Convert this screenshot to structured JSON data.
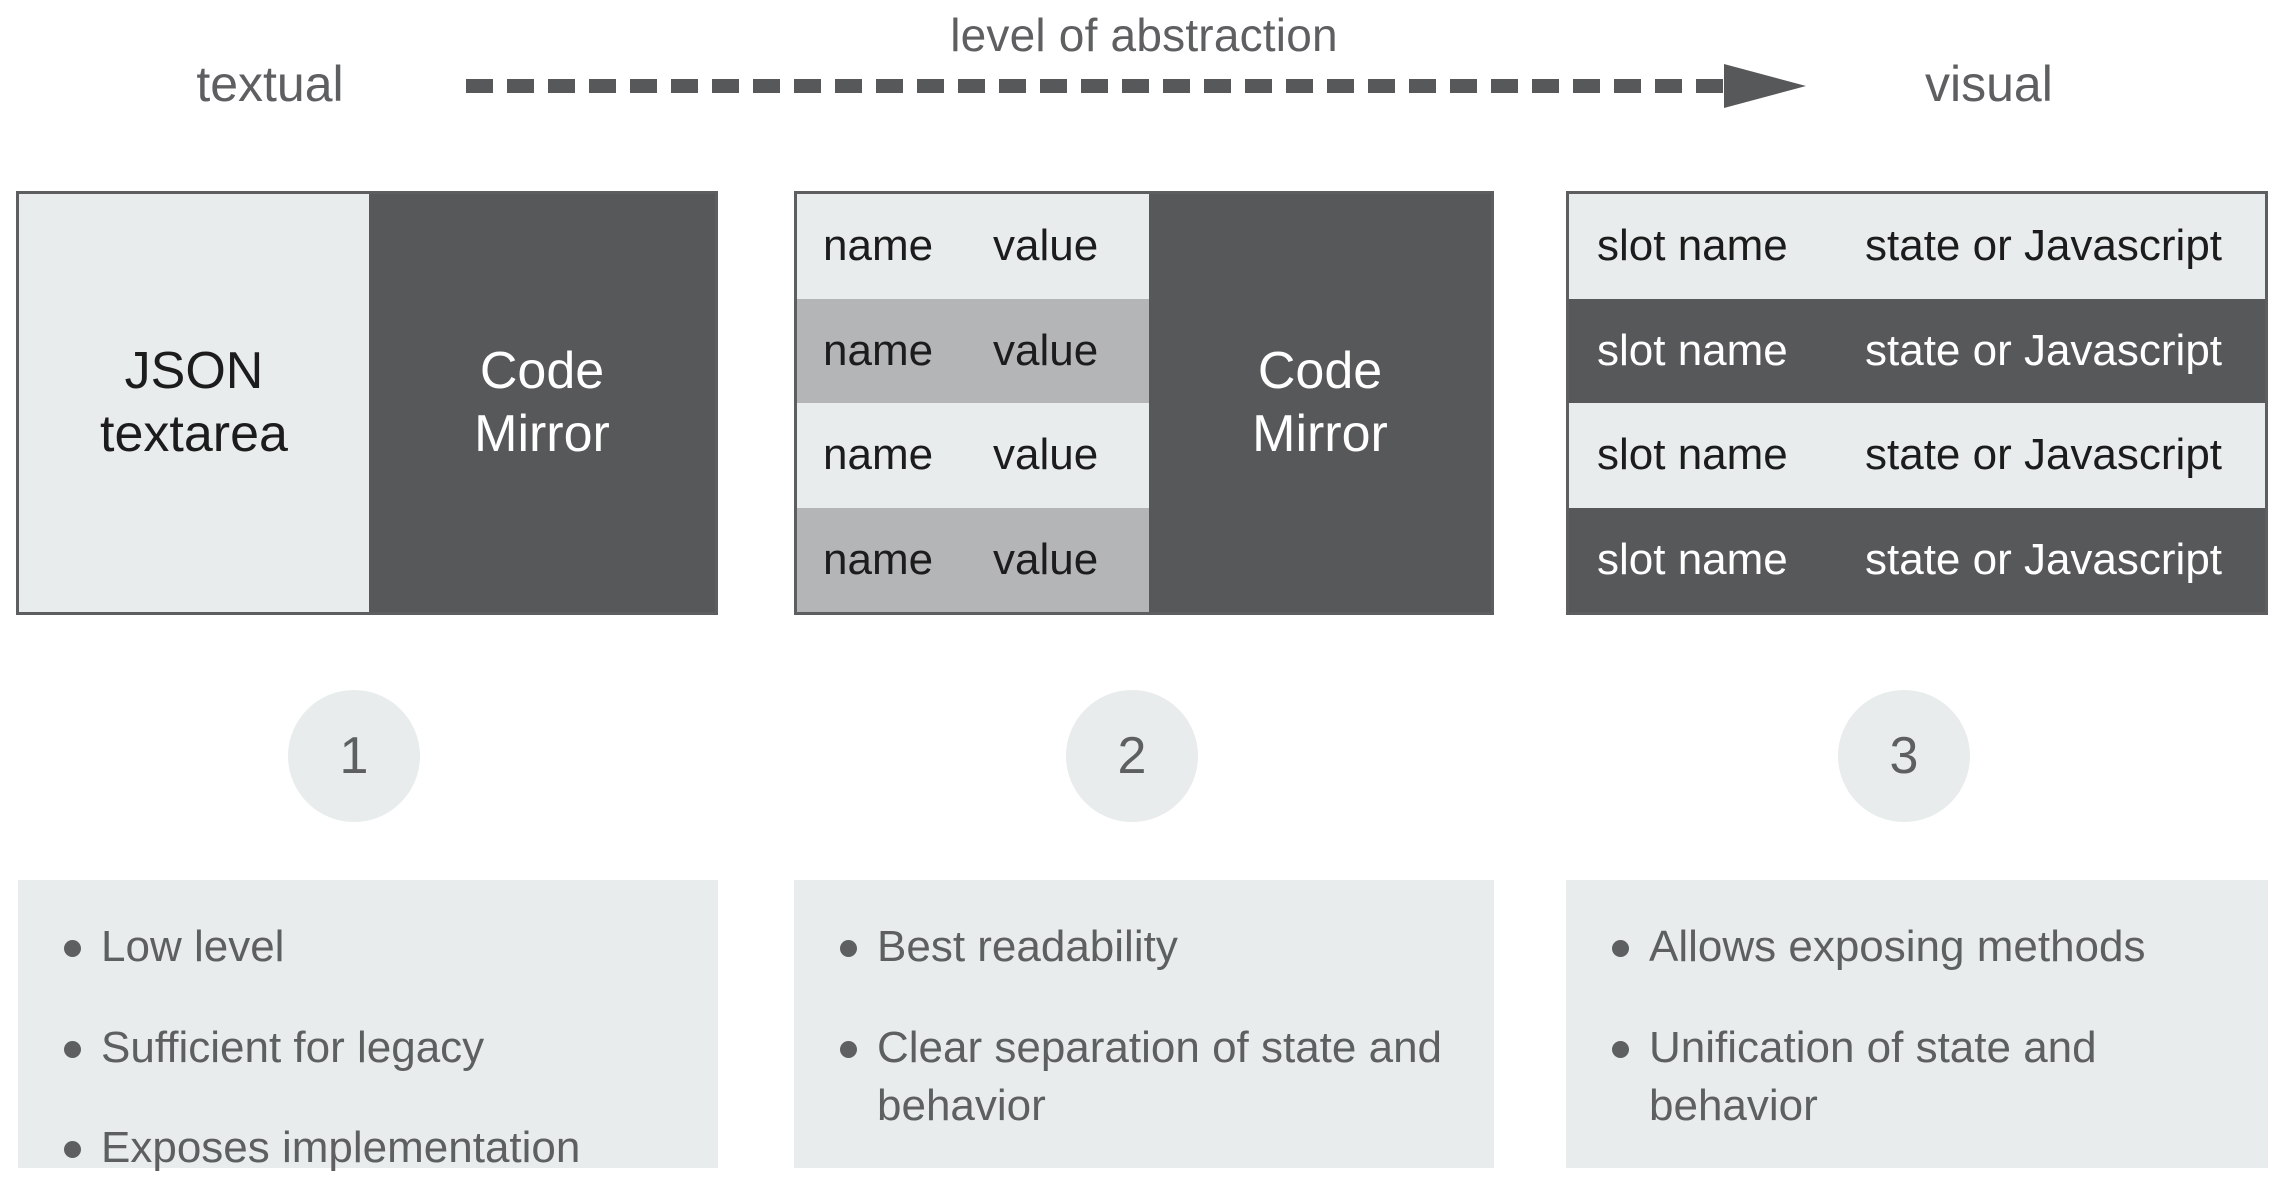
{
  "axis": {
    "title": "level of abstraction",
    "left_label": "textual",
    "right_label": "visual",
    "arrow_style": "dashed",
    "arrow_color": "#575859"
  },
  "theme": {
    "background": "#ffffff",
    "light_fill": "#e8ecec",
    "mid_gray_fill": "#b4b5b6",
    "dark_fill": "#575859",
    "border": "#5c5e60",
    "text_muted": "#5d5f61",
    "text_dark": "#1c1c1c",
    "text_light": "#ffffff"
  },
  "columns": [
    {
      "step": "1",
      "card": {
        "type": "split-panes",
        "left_pane": {
          "line_1": "JSON",
          "line_2": "textarea"
        },
        "right_pane": {
          "line_1": "Code",
          "line_2": "Mirror"
        }
      },
      "bullets": [
        "Low level",
        "Sufficient for legacy",
        "Exposes implementation"
      ]
    },
    {
      "step": "2",
      "card": {
        "type": "key-value-table-plus-pane",
        "rows": [
          {
            "name": "name",
            "value": "value",
            "shade": "light"
          },
          {
            "name": "name",
            "value": "value",
            "shade": "gray"
          },
          {
            "name": "name",
            "value": "value",
            "shade": "light"
          },
          {
            "name": "name",
            "value": "value",
            "shade": "gray"
          }
        ],
        "right_pane": {
          "line_1": "Code",
          "line_2": "Mirror"
        }
      },
      "bullets": [
        "Best readability",
        "Clear separation of state and behavior"
      ]
    },
    {
      "step": "3",
      "card": {
        "type": "slot-table",
        "rows": [
          {
            "name": "slot name",
            "value": "state or Javascript",
            "shade": "light"
          },
          {
            "name": "slot name",
            "value": "state or Javascript",
            "shade": "dark"
          },
          {
            "name": "slot name",
            "value": "state or Javascript",
            "shade": "light"
          },
          {
            "name": "slot name",
            "value": "state or Javascript",
            "shade": "dark"
          }
        ]
      },
      "bullets": [
        "Allows exposing methods",
        "Unification of state and behavior"
      ]
    }
  ]
}
